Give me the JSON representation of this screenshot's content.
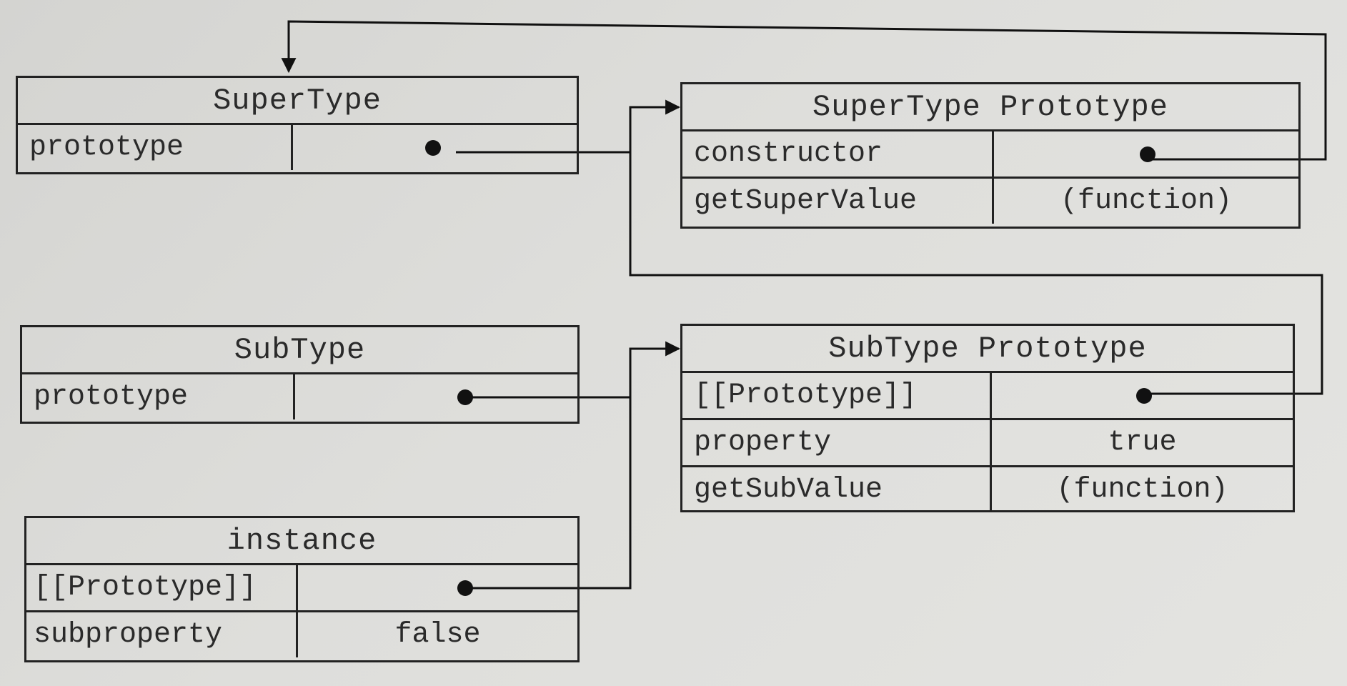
{
  "tables": {
    "supertype": {
      "title": "SuperType",
      "rows": [
        {
          "key": "prototype",
          "value": ""
        }
      ]
    },
    "supertype_prototype": {
      "title": "SuperType Prototype",
      "rows": [
        {
          "key": "constructor",
          "value": ""
        },
        {
          "key": "getSuperValue",
          "value": "(function)"
        }
      ]
    },
    "subtype": {
      "title": "SubType",
      "rows": [
        {
          "key": "prototype",
          "value": ""
        }
      ]
    },
    "subtype_prototype": {
      "title": "SubType Prototype",
      "rows": [
        {
          "key": "[[Prototype]]",
          "value": ""
        },
        {
          "key": "property",
          "value": "true"
        },
        {
          "key": "getSubValue",
          "value": "(function)"
        }
      ]
    },
    "instance": {
      "title": "instance",
      "rows": [
        {
          "key": "[[Prototype]]",
          "value": ""
        },
        {
          "key": "subproperty",
          "value": "false"
        }
      ]
    }
  },
  "colors": {
    "line": "#111111",
    "border": "#222222",
    "text": "#2a2a2a"
  }
}
